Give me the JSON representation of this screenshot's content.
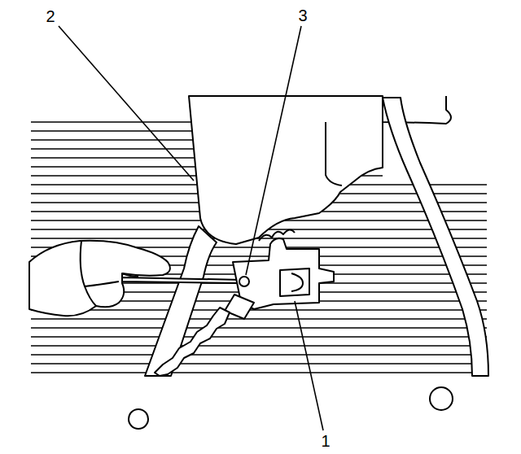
{
  "diagram": {
    "labels": [
      "2",
      "3",
      "1"
    ]
  }
}
